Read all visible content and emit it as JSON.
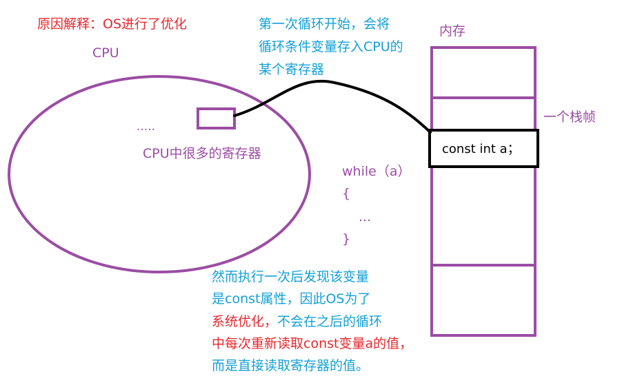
{
  "title": "原因解释：OS进行了优化",
  "cpu": {
    "label": "CPU",
    "dots": ".....",
    "registers_label": "CPU中很多的寄存器"
  },
  "memory": {
    "label": "内存",
    "frame_label": "一个栈帧",
    "variable": "const int a；"
  },
  "note_top": {
    "line1": "第一次循环开始，会将",
    "line2": "循环条件变量存入CPU的",
    "line3": "某个寄存器"
  },
  "code": {
    "line1": "while（a）",
    "line2": "{",
    "line3": "...",
    "line4": "}"
  },
  "note_bottom": {
    "line1": "然而执行一次后发现该变量",
    "line2_blue": "是const属性，因此OS为了",
    "line3_red": "系统优化，",
    "line3_blue": "不会在之后的循环",
    "line4_red": "中每次重新读取const变量a的值，",
    "line5": "而是直接读取寄存器的值。"
  },
  "colors": {
    "red": "#e8262c",
    "blue": "#13a0d6",
    "purple": "#9b4da4",
    "black": "#000000"
  }
}
